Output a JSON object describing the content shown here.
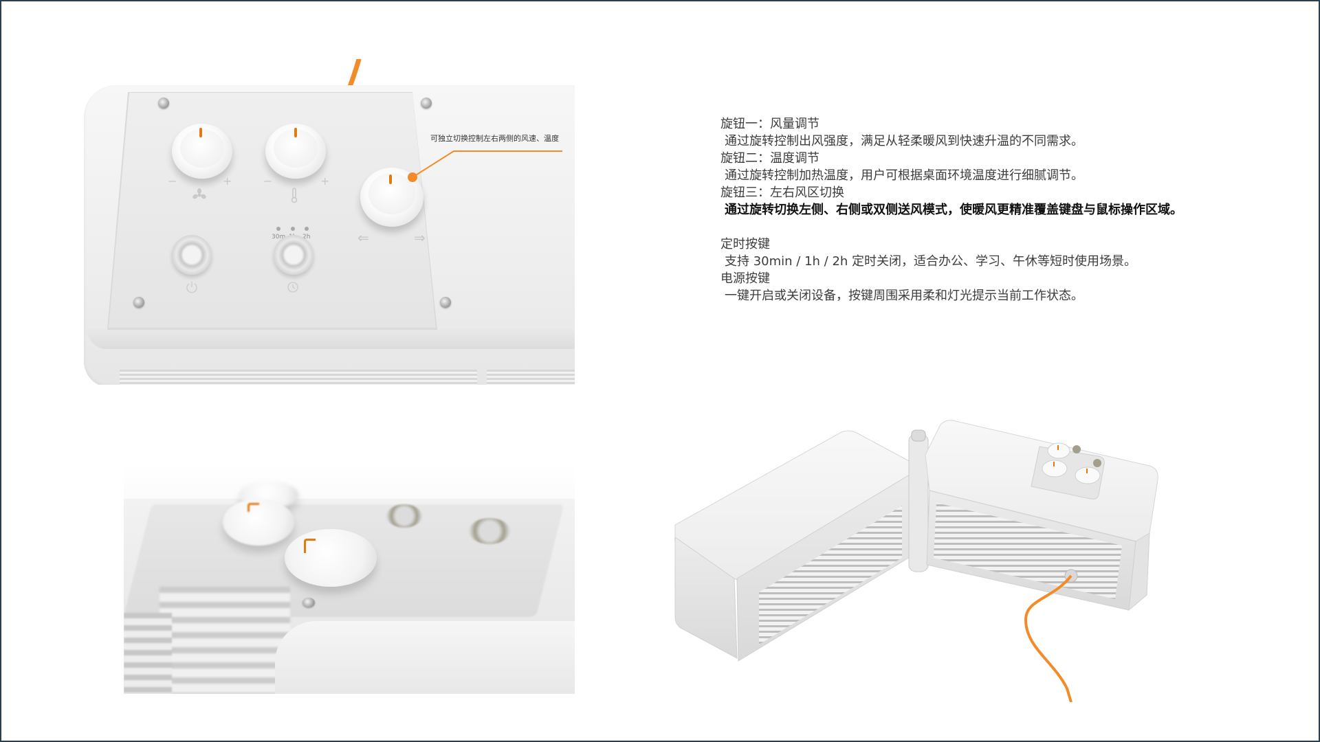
{
  "callout": "可独立切换控制左右两侧的风速、温度",
  "timer_labels": [
    "30m",
    "1h",
    "2h"
  ],
  "accent_color": "#f28c28",
  "description": {
    "knob1_title": "旋钮一：风量调节",
    "knob1_body": "通过旋转控制出风强度，满足从轻柔暖风到快速升温的不同需求。",
    "knob2_title": "旋钮二：温度调节",
    "knob2_body": "通过旋转控制加热温度，用户可根据桌面环境温度进行细腻调节。",
    "knob3_title": "旋钮三：左右风区切换",
    "knob3_body": "通过旋转切换左侧、右侧或双侧送风模式，使暖风更精准覆盖键盘与鼠标操作区域。",
    "timer_title": "定时按键",
    "timer_body": "支持 30min / 1h / 2h 定时关闭，适合办公、学习、午休等短时使用场景。",
    "power_title": "电源按键",
    "power_body": "一键开启或关闭设备，按键周围采用柔和灯光提示当前工作状态。"
  },
  "icons": [
    "fan-icon",
    "thermometer-icon",
    "arrow-left-icon",
    "arrow-right-icon",
    "power-icon",
    "clock-icon",
    "minus-icon",
    "plus-icon"
  ]
}
